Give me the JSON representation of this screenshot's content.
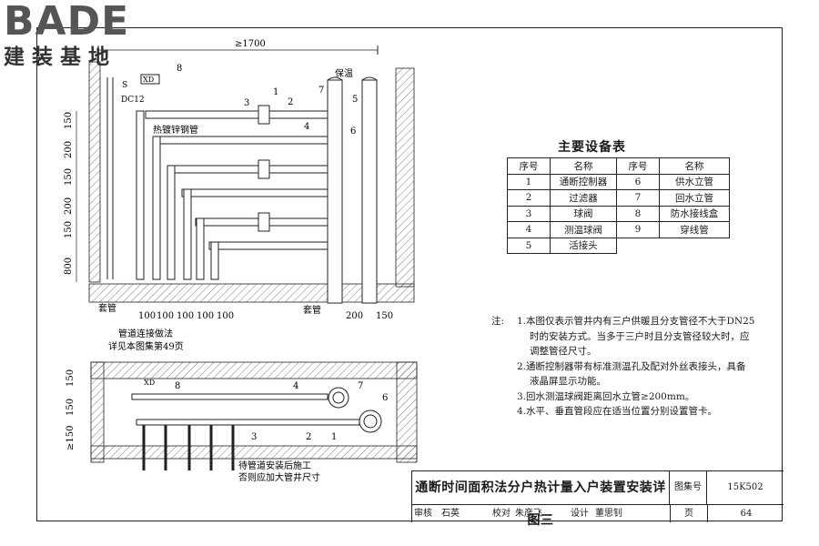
{
  "logo": {
    "main": "BADE",
    "sub": "建装基地"
  },
  "elevation": {
    "top_dim": "≥1700",
    "vert_dims": [
      "150",
      "200",
      "150",
      "200",
      "150",
      "800"
    ],
    "bottom_dims": [
      "100",
      "100",
      "100",
      "100",
      "100"
    ],
    "bottom_dims_right": [
      "200",
      "150"
    ],
    "labels": {
      "insulation": "保温",
      "galv_pipe": "热镀锌钢管",
      "xd": "XD",
      "dc12": "DC12",
      "s": "S",
      "sleeve_left": "套管",
      "sleeve_right": "套管"
    },
    "callouts": [
      "1",
      "2",
      "3",
      "4",
      "5",
      "6",
      "7",
      "8"
    ],
    "connect_note": [
      "管道连接做法",
      "详见本图集第49页"
    ]
  },
  "plan": {
    "dims_left": [
      "150",
      "150",
      "≥150"
    ],
    "labels": {
      "xd": "XD"
    },
    "callouts": [
      "8",
      "4",
      "7",
      "6",
      "3",
      "2",
      "1"
    ],
    "pending_note": [
      "待管道安装后施工",
      "否则应加大管井尺寸"
    ]
  },
  "equipment_table": {
    "title": "主要设备表",
    "headers": [
      "序号",
      "名称",
      "序号",
      "名称"
    ],
    "rows": [
      [
        "1",
        "通断控制器",
        "6",
        "供水立管"
      ],
      [
        "2",
        "过滤器",
        "7",
        "回水立管"
      ],
      [
        "3",
        "球阀",
        "8",
        "防水接线盒"
      ],
      [
        "4",
        "测温球阀",
        "9",
        "穿线管"
      ],
      [
        "5",
        "活接头",
        "",
        ""
      ]
    ]
  },
  "notes": {
    "label": "注:",
    "items": [
      "1.本图仅表示管井内有三户供暖且分支管径不大于DN25时的安装方式。当多于三户时且分支管径较大时，应调整管径尺寸。",
      "2.通断控制器带有标准测温孔及配对外丝表接头，具备液晶屏显示功能。",
      "3.回水测温球阀距离回水立管≥200mm。",
      "4.水平、垂直管段应在适当位置分别设置管卡。"
    ]
  },
  "title_block": {
    "title": "通断时间面积法分户热计量入户装置安装详图三",
    "atlas_label": "图集号",
    "atlas_no": "15K502",
    "review_label": "审核",
    "reviewer": "石英",
    "check_label": "校对",
    "checker": "朱彦飞",
    "design_label": "设计",
    "designer": "董思钊",
    "page_label": "页",
    "page_no": "64"
  }
}
